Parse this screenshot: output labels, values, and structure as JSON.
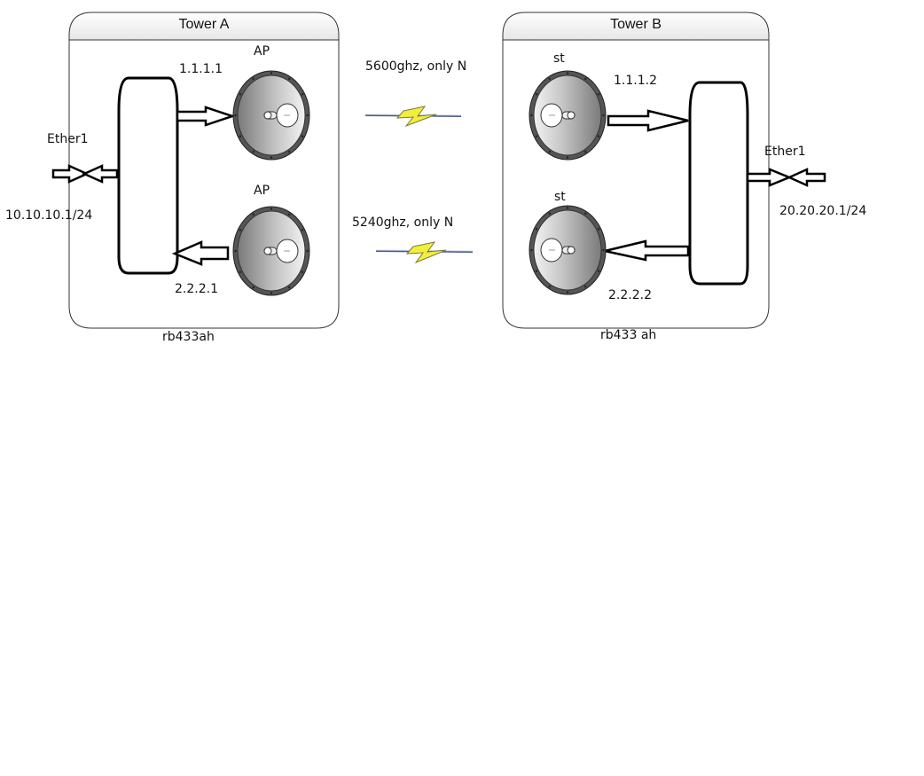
{
  "diagram": {
    "towers": [
      {
        "title": "Tower A",
        "device": "rb433ah",
        "interface": "Ether1",
        "interface_ip": "10.10.10.1/24",
        "radios": [
          {
            "role": "AP",
            "ip": "1.1.1.1"
          },
          {
            "role": "AP",
            "ip": "2.2.2.1"
          }
        ]
      },
      {
        "title": "Tower B",
        "device": "rb433 ah",
        "interface": "Ether1",
        "interface_ip": "20.20.20.1/24",
        "radios": [
          {
            "role": "st",
            "ip": "1.1.1.2"
          },
          {
            "role": "st",
            "ip": "2.2.2.2"
          }
        ]
      }
    ],
    "links": [
      {
        "label": "5600ghz, only N"
      },
      {
        "label": "5240ghz, only N"
      }
    ],
    "colors": {
      "bolt_fill": "#f2ee3c",
      "bolt_line": "#4a5a8a",
      "header_fill": "#efefef",
      "dish_dark": "#5a5a5a",
      "dish_light": "#e8e8e8"
    }
  }
}
